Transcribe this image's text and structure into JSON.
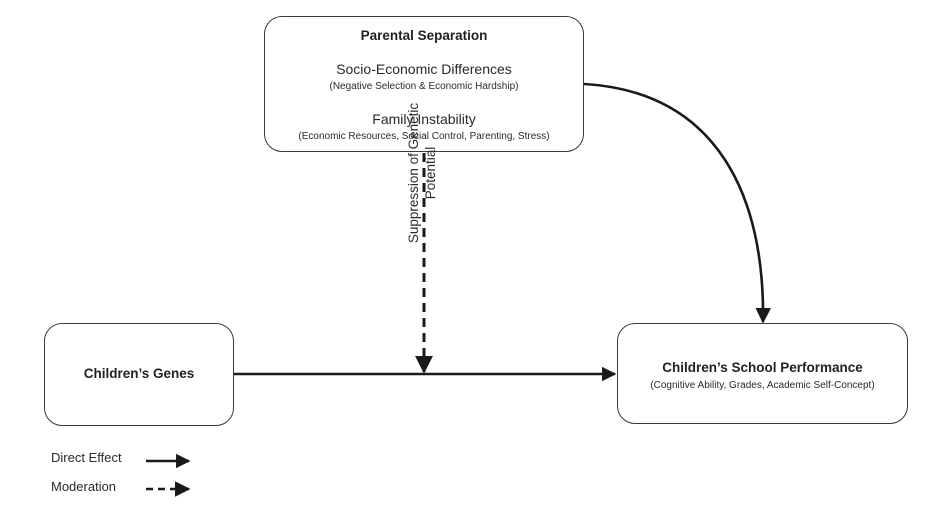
{
  "parental_box": {
    "title": "Parental Separation",
    "line1": "Socio-Economic Differences",
    "line1_detail": "(Negative Selection & Economic Hardship)",
    "line2": "Family Instability",
    "line2_detail": "(Economic Resources, Social Control, Parenting, Stress)"
  },
  "genes_box": {
    "title": "Children’s Genes"
  },
  "school_box": {
    "title": "Children’s School Performance",
    "detail": "(Cognitive Ability, Grades, Academic Self-Concept)"
  },
  "moderation_label": {
    "line1": "Suppression of Genetic",
    "line2": "Potential"
  },
  "legend": {
    "direct": "Direct Effect",
    "moderation": "Moderation"
  },
  "colors": {
    "line": "#1a1a1a",
    "border": "#3a3a3a"
  }
}
